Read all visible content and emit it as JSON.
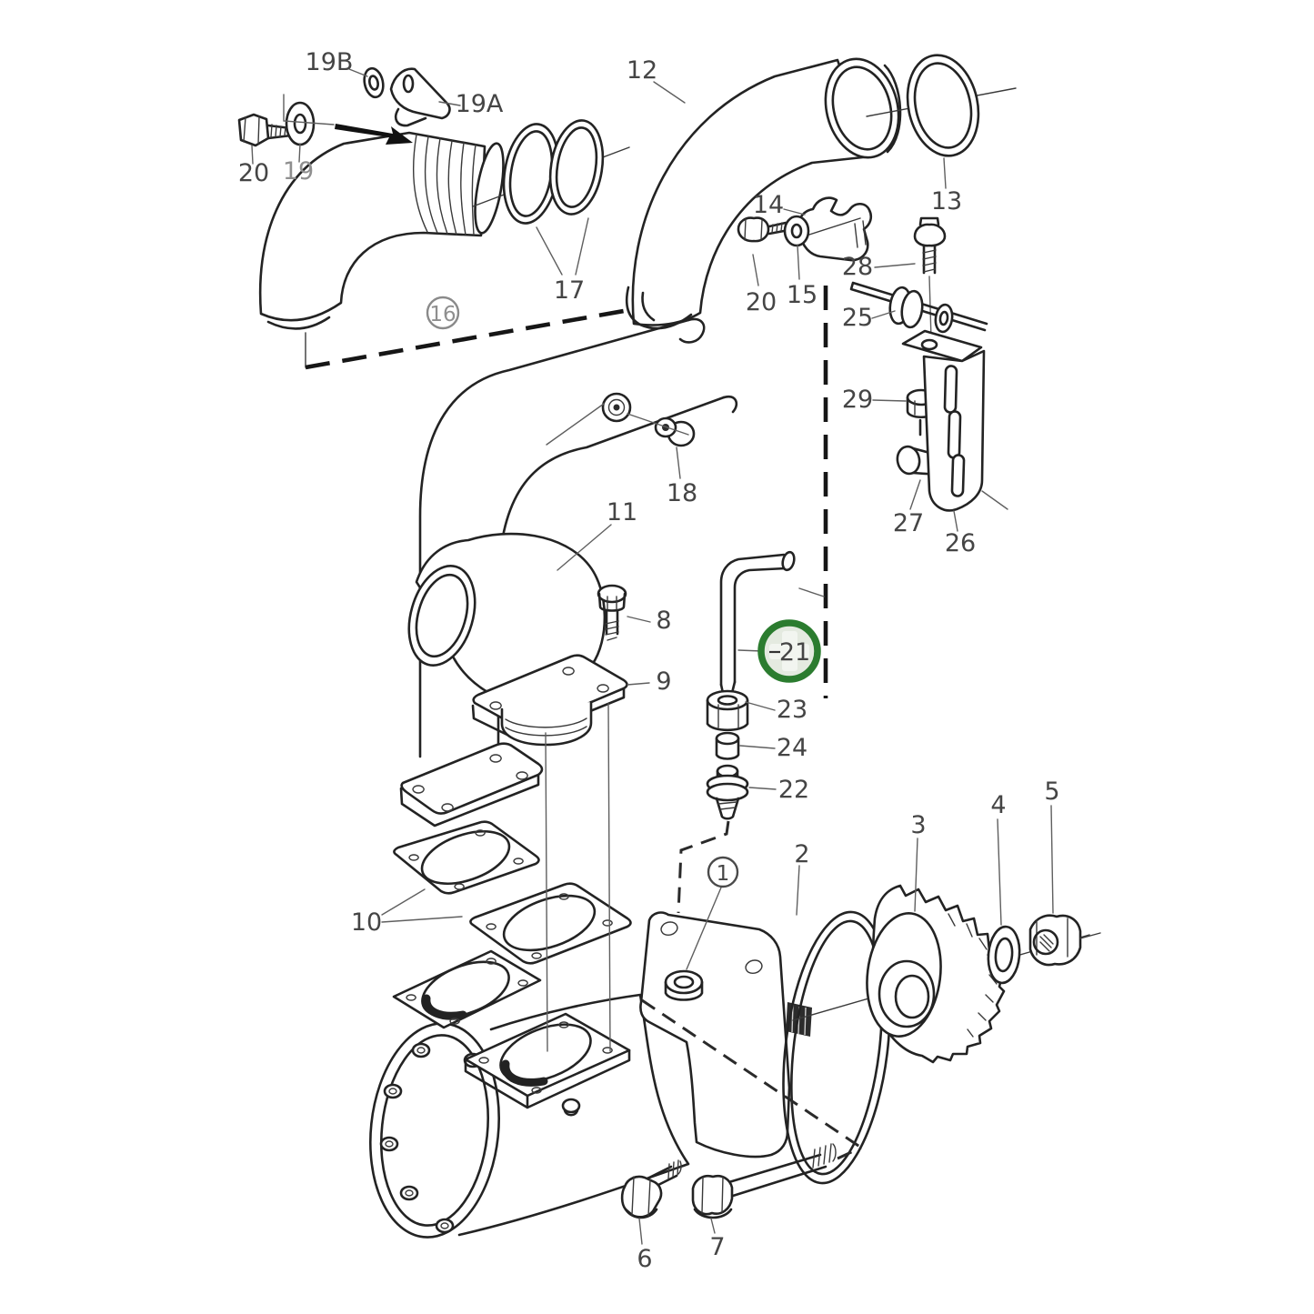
{
  "figure": {
    "type": "exploded-parts-diagram",
    "background": "#ffffff",
    "line_color": "#232323",
    "description": "Exploded view line-art diagram of a sea water pump with exhaust elbows, gaskets, fittings and fasteners; part 21 is highlighted"
  },
  "highlight": {
    "part": "21",
    "ring_color": "#2b7c2f",
    "fill_color": "#e4eae0"
  },
  "labels": {
    "n1": "1",
    "n2": "2",
    "n3": "3",
    "n4": "4",
    "n5": "5",
    "n6": "6",
    "n7": "7",
    "n8": "8",
    "n9": "9",
    "n10": "10",
    "n11": "11",
    "n12": "12",
    "n13": "13",
    "n14": "14",
    "n15": "15",
    "n16": "16",
    "n17": "17",
    "n18": "18",
    "n19": "19",
    "n19A": "19A",
    "n19B": "19B",
    "n20a": "20",
    "n20b": "20",
    "n21": "21",
    "n22": "22",
    "n23": "23",
    "n24": "24",
    "n25": "25",
    "n26": "26",
    "n27": "27",
    "n28": "28",
    "n29": "29"
  },
  "circled_labels": [
    "1",
    "16"
  ],
  "highlighted_labels": [
    "21"
  ]
}
